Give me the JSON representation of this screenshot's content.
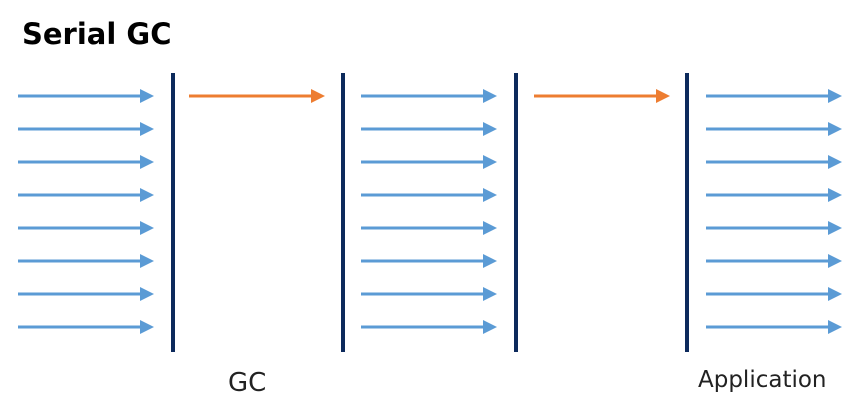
{
  "title": "Serial GC",
  "labels": {
    "gc": "GC",
    "application": "Application"
  },
  "colors": {
    "application_thread_arrow": "#5b9bd5",
    "gc_thread_arrow": "#ed7d31",
    "safepoint_line": "#0d2a5c"
  },
  "phases": [
    {
      "kind": "application",
      "threads": 8
    },
    {
      "kind": "gc",
      "threads": 1
    },
    {
      "kind": "application",
      "threads": 8
    },
    {
      "kind": "gc",
      "threads": 1
    },
    {
      "kind": "application",
      "threads": 8
    }
  ]
}
